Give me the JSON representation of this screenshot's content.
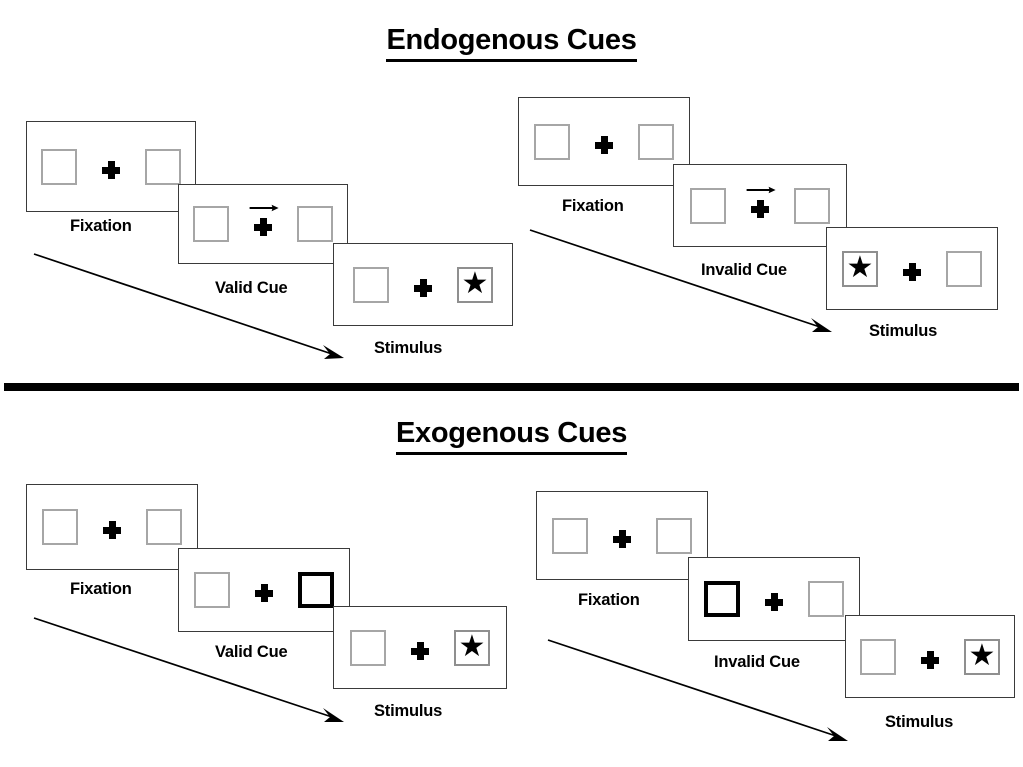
{
  "figure": {
    "title_endogenous": "Endogenous Cues",
    "title_exogenous": "Exogenous Cues"
  },
  "colors": {
    "ink": "#000000",
    "frame_border": "#3a3a3a",
    "box_border": "#a6a6a6",
    "box_border_cued": "#000000",
    "background": "#ffffff"
  },
  "sections": [
    {
      "id": "endogenous",
      "title": "Endogenous Cues",
      "columns": [
        {
          "id": "endogenous-valid",
          "frames": [
            {
              "caption": "Fixation",
              "left_box": {
                "cued": false,
                "content": ""
              },
              "right_box": {
                "cued": false,
                "content": ""
              },
              "cue_arrow": "none"
            },
            {
              "caption": "Valid Cue",
              "left_box": {
                "cued": false,
                "content": ""
              },
              "right_box": {
                "cued": false,
                "content": ""
              },
              "cue_arrow": "right"
            },
            {
              "caption": "Stimulus",
              "left_box": {
                "cued": false,
                "content": ""
              },
              "right_box": {
                "cued": false,
                "content": "star"
              },
              "cue_arrow": "none"
            }
          ]
        },
        {
          "id": "endogenous-invalid",
          "frames": [
            {
              "caption": "Fixation",
              "left_box": {
                "cued": false,
                "content": ""
              },
              "right_box": {
                "cued": false,
                "content": ""
              },
              "cue_arrow": "none"
            },
            {
              "caption": "Invalid Cue",
              "left_box": {
                "cued": false,
                "content": ""
              },
              "right_box": {
                "cued": false,
                "content": ""
              },
              "cue_arrow": "right"
            },
            {
              "caption": "Stimulus",
              "left_box": {
                "cued": false,
                "content": "star"
              },
              "right_box": {
                "cued": false,
                "content": ""
              },
              "cue_arrow": "none"
            }
          ]
        }
      ]
    },
    {
      "id": "exogenous",
      "title": "Exogenous Cues",
      "columns": [
        {
          "id": "exogenous-valid",
          "frames": [
            {
              "caption": "Fixation",
              "left_box": {
                "cued": false,
                "content": ""
              },
              "right_box": {
                "cued": false,
                "content": ""
              },
              "cue_arrow": "none"
            },
            {
              "caption": "Valid Cue",
              "left_box": {
                "cued": false,
                "content": ""
              },
              "right_box": {
                "cued": true,
                "content": ""
              },
              "cue_arrow": "none"
            },
            {
              "caption": "Stimulus",
              "left_box": {
                "cued": false,
                "content": ""
              },
              "right_box": {
                "cued": false,
                "content": "star"
              },
              "cue_arrow": "none"
            }
          ]
        },
        {
          "id": "exogenous-invalid",
          "frames": [
            {
              "caption": "Fixation",
              "left_box": {
                "cued": false,
                "content": ""
              },
              "right_box": {
                "cued": false,
                "content": ""
              },
              "cue_arrow": "none"
            },
            {
              "caption": "Invalid Cue",
              "left_box": {
                "cued": true,
                "content": ""
              },
              "right_box": {
                "cued": false,
                "content": ""
              },
              "cue_arrow": "none"
            },
            {
              "caption": "Stimulus",
              "left_box": {
                "cued": false,
                "content": ""
              },
              "right_box": {
                "cued": false,
                "content": "star"
              },
              "cue_arrow": "none"
            }
          ]
        }
      ]
    }
  ],
  "glyphs": {
    "star": "★",
    "cue_arrow_direction": "right",
    "flow_arrow_direction": "down-right"
  },
  "captions": {
    "fixation": "Fixation",
    "valid_cue": "Valid Cue",
    "invalid_cue": "Invalid Cue",
    "stimulus": "Stimulus"
  }
}
